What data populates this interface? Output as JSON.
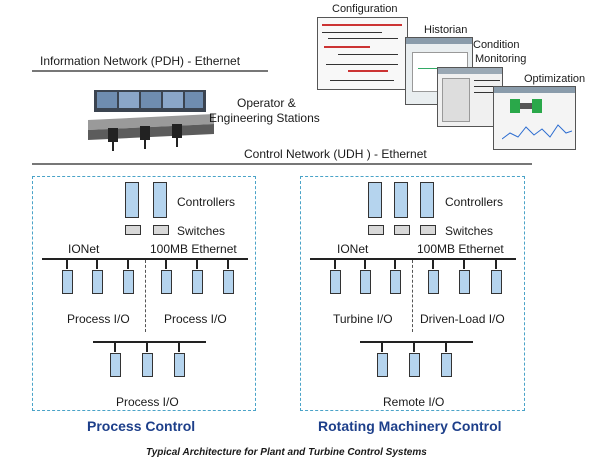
{
  "networks": {
    "info": "Information Network (PDH) - Ethernet",
    "control": "Control Network (UDH ) - Ethernet"
  },
  "stations": {
    "line1": "Operator &",
    "line2": "Engineering Stations"
  },
  "apps": {
    "configuration": "Configuration",
    "historian": "Historian",
    "condition_line1": "Condition",
    "condition_line2": "Monitoring",
    "optimization": "Optimization"
  },
  "process": {
    "controllers": "Controllers",
    "switches": "Switches",
    "ionet": "IONet",
    "ethernet": "100MB Ethernet",
    "io_left": "Process I/O",
    "io_right": "Process I/O",
    "io_bottom": "Process I/O",
    "title": "Process Control"
  },
  "rotating": {
    "controllers": "Controllers",
    "switches": "Switches",
    "ionet": "IONet",
    "ethernet": "100MB Ethernet",
    "io_left": "Turbine I/O",
    "io_right": "Driven-Load I/O",
    "io_bottom": "Remote I/O",
    "title": "Rotating Machinery Control"
  },
  "caption": "Typical Architecture for Plant and Turbine Control Systems",
  "colors": {
    "device_fill": "#b5d4ee",
    "switch_fill": "#d8d8d8",
    "dashed_border": "#4aa3c8",
    "title_text": "#1d3f8a"
  }
}
